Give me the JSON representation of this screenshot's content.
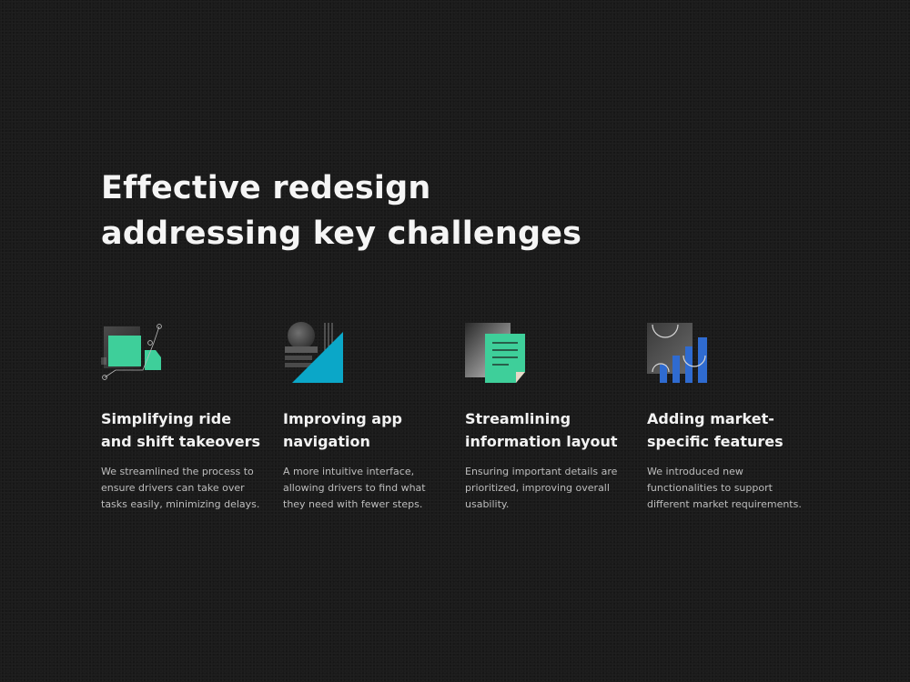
{
  "headline": {
    "line1": "Effective redesign",
    "line2": "addressing key challenges"
  },
  "colors": {
    "background": "#1b1b1b",
    "green": "#3ecf9a",
    "teal": "#0ba7c8",
    "blue": "#2f6bd0"
  },
  "features": [
    {
      "icon": "truck-icon",
      "title_line1": "Simplifying ride",
      "title_line2": "and shift takeovers",
      "desc_line1": "We streamlined the process to",
      "desc_line2": "ensure drivers can take over",
      "desc_line3": "tasks easily, minimizing delays."
    },
    {
      "icon": "navigation-icon",
      "title_line1": "Improving app",
      "title_line2": "navigation",
      "desc_line1": "A more intuitive interface,",
      "desc_line2": "allowing drivers to find what",
      "desc_line3": "they need with fewer steps."
    },
    {
      "icon": "document-icon",
      "title_line1": "Streamlining",
      "title_line2": "information layout",
      "desc_line1": "Ensuring important details are",
      "desc_line2": "prioritized, improving overall",
      "desc_line3": "usability."
    },
    {
      "icon": "bar-chart-icon",
      "title_line1": "Adding market-",
      "title_line2": "specific features",
      "desc_line1": "We introduced new",
      "desc_line2": "functionalities to support",
      "desc_line3": "different market requirements."
    }
  ]
}
